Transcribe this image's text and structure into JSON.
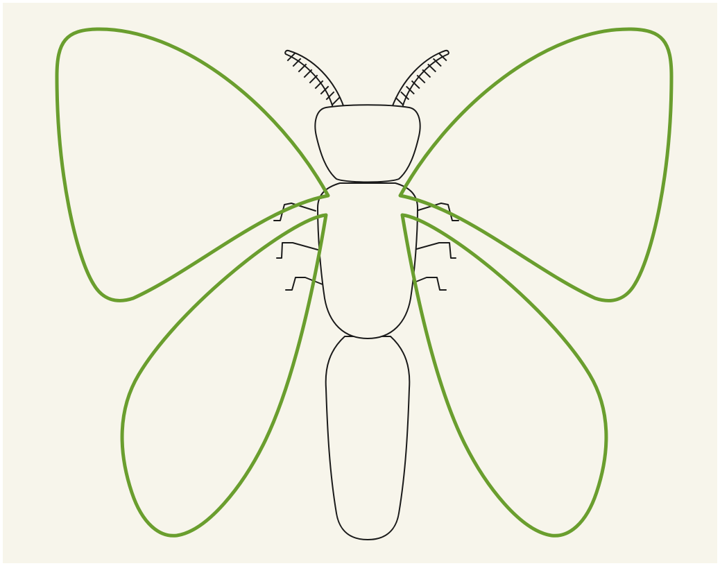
{
  "diagram": {
    "subject": "insect",
    "colors": {
      "background": "#f7f5eb",
      "outline": "#1a1a1a",
      "wing_outline": "#6a9e2e",
      "border": "#ffffff"
    },
    "parts": [
      "antenna-left",
      "antenna-right",
      "head",
      "thorax",
      "abdomen",
      "leg",
      "forewing-left",
      "forewing-right",
      "hindwing-left",
      "hindwing-right"
    ]
  }
}
